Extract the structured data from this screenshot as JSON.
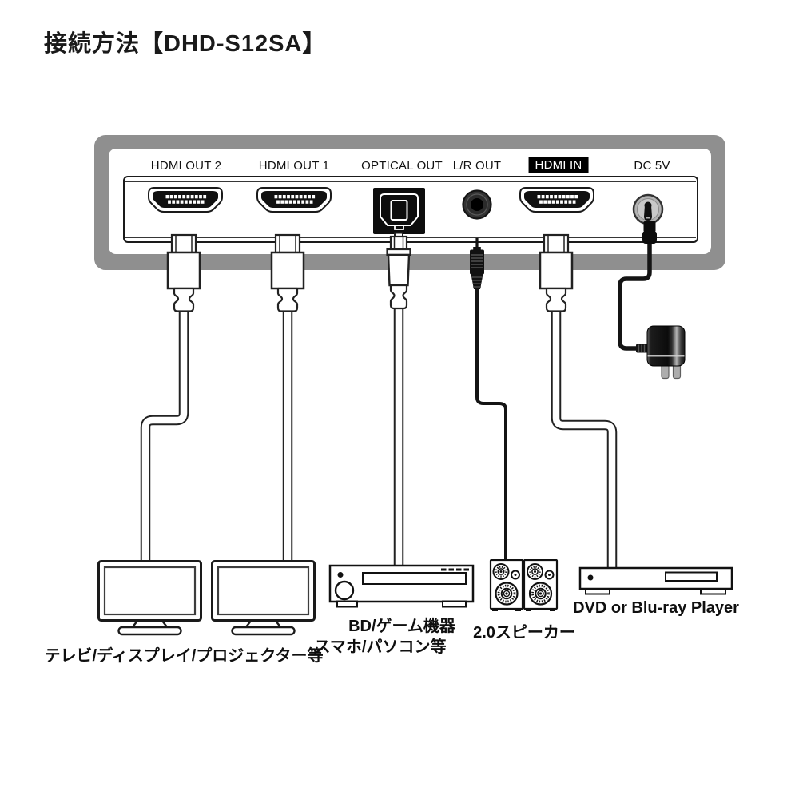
{
  "title": "接続方法【DHD-S12SA】",
  "panel": {
    "ports": [
      {
        "id": "hdmi-out-2",
        "label": "HDMI OUT 2",
        "type": "hdmi"
      },
      {
        "id": "hdmi-out-1",
        "label": "HDMI OUT 1",
        "type": "hdmi"
      },
      {
        "id": "optical-out",
        "label": "OPTICAL OUT",
        "type": "toslink"
      },
      {
        "id": "lr-out",
        "label": "L/R OUT",
        "type": "3.5mm-minijack"
      },
      {
        "id": "hdmi-in",
        "label": "HDMI IN",
        "type": "hdmi",
        "highlighted_badge": true
      },
      {
        "id": "dc-5v",
        "label": "DC 5V",
        "type": "dc-barrel"
      }
    ]
  },
  "devices": {
    "displays": {
      "label": "テレビ/ディスプレイ/プロジェクター等"
    },
    "bd_device": {
      "label_line1": "BD/ゲーム機器",
      "label_line2": "スマホ/パソコン等"
    },
    "speakers": {
      "label": "2.0スピーカー"
    },
    "player": {
      "label": "DVD or Blu-ray Player"
    },
    "power_adapter": {
      "pictured_only": true
    }
  },
  "connections": [
    {
      "from_port": "HDMI OUT 2",
      "to_device": "displays"
    },
    {
      "from_port": "HDMI OUT 1",
      "to_device": "displays"
    },
    {
      "from_port": "OPTICAL OUT",
      "to_device": "bd_device"
    },
    {
      "from_port": "L/R OUT",
      "to_device": "speakers"
    },
    {
      "from_port": "HDMI IN",
      "to_device": "player"
    },
    {
      "from_port": "DC 5V",
      "to_device": "power_adapter"
    }
  ],
  "colors": {
    "panel_body_gray": "#8f8f8f",
    "panel_face": "#ffffff",
    "outline": "#1a1a1a",
    "hdmi_in_badge_bg": "#000000",
    "hdmi_in_badge_text": "#ffffff"
  }
}
